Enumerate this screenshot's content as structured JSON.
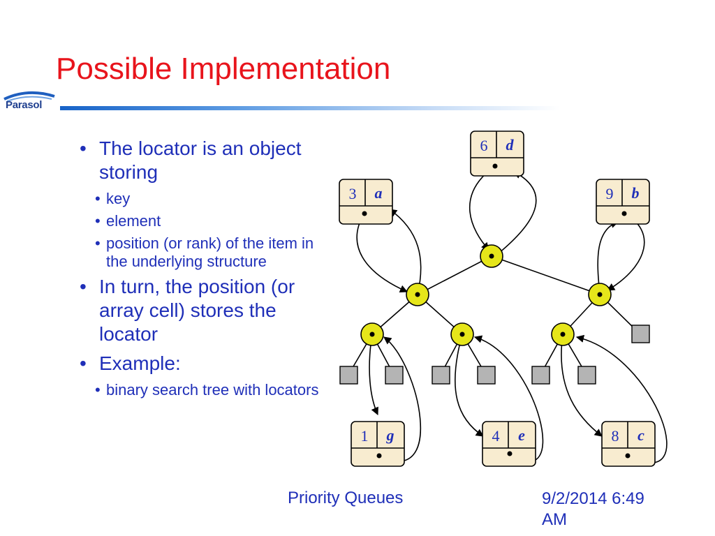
{
  "slide": {
    "title": "Possible Implementation",
    "logo_text": "Parasol"
  },
  "bullets": [
    {
      "text": "The locator is an object storing",
      "sub": [
        "key",
        "element",
        "position (or rank) of the item in the underlying structure"
      ]
    },
    {
      "text": "In turn, the position (or array cell) stores the locator",
      "sub": []
    },
    {
      "text": "Example:",
      "sub": [
        "binary search tree with locators"
      ]
    }
  ],
  "diagram": {
    "locators": [
      {
        "key": "6",
        "element": "d"
      },
      {
        "key": "3",
        "element": "a"
      },
      {
        "key": "9",
        "element": "b"
      },
      {
        "key": "1",
        "element": "g"
      },
      {
        "key": "4",
        "element": "e"
      },
      {
        "key": "8",
        "element": "c"
      }
    ],
    "node_color": "#e6e61a",
    "leaf_color": "#b4b4b4",
    "locator_color": "#f8ecd0"
  },
  "footer": {
    "center": "Priority Queues",
    "date": "9/2/2014 6:49",
    "time_suffix": "AM"
  }
}
